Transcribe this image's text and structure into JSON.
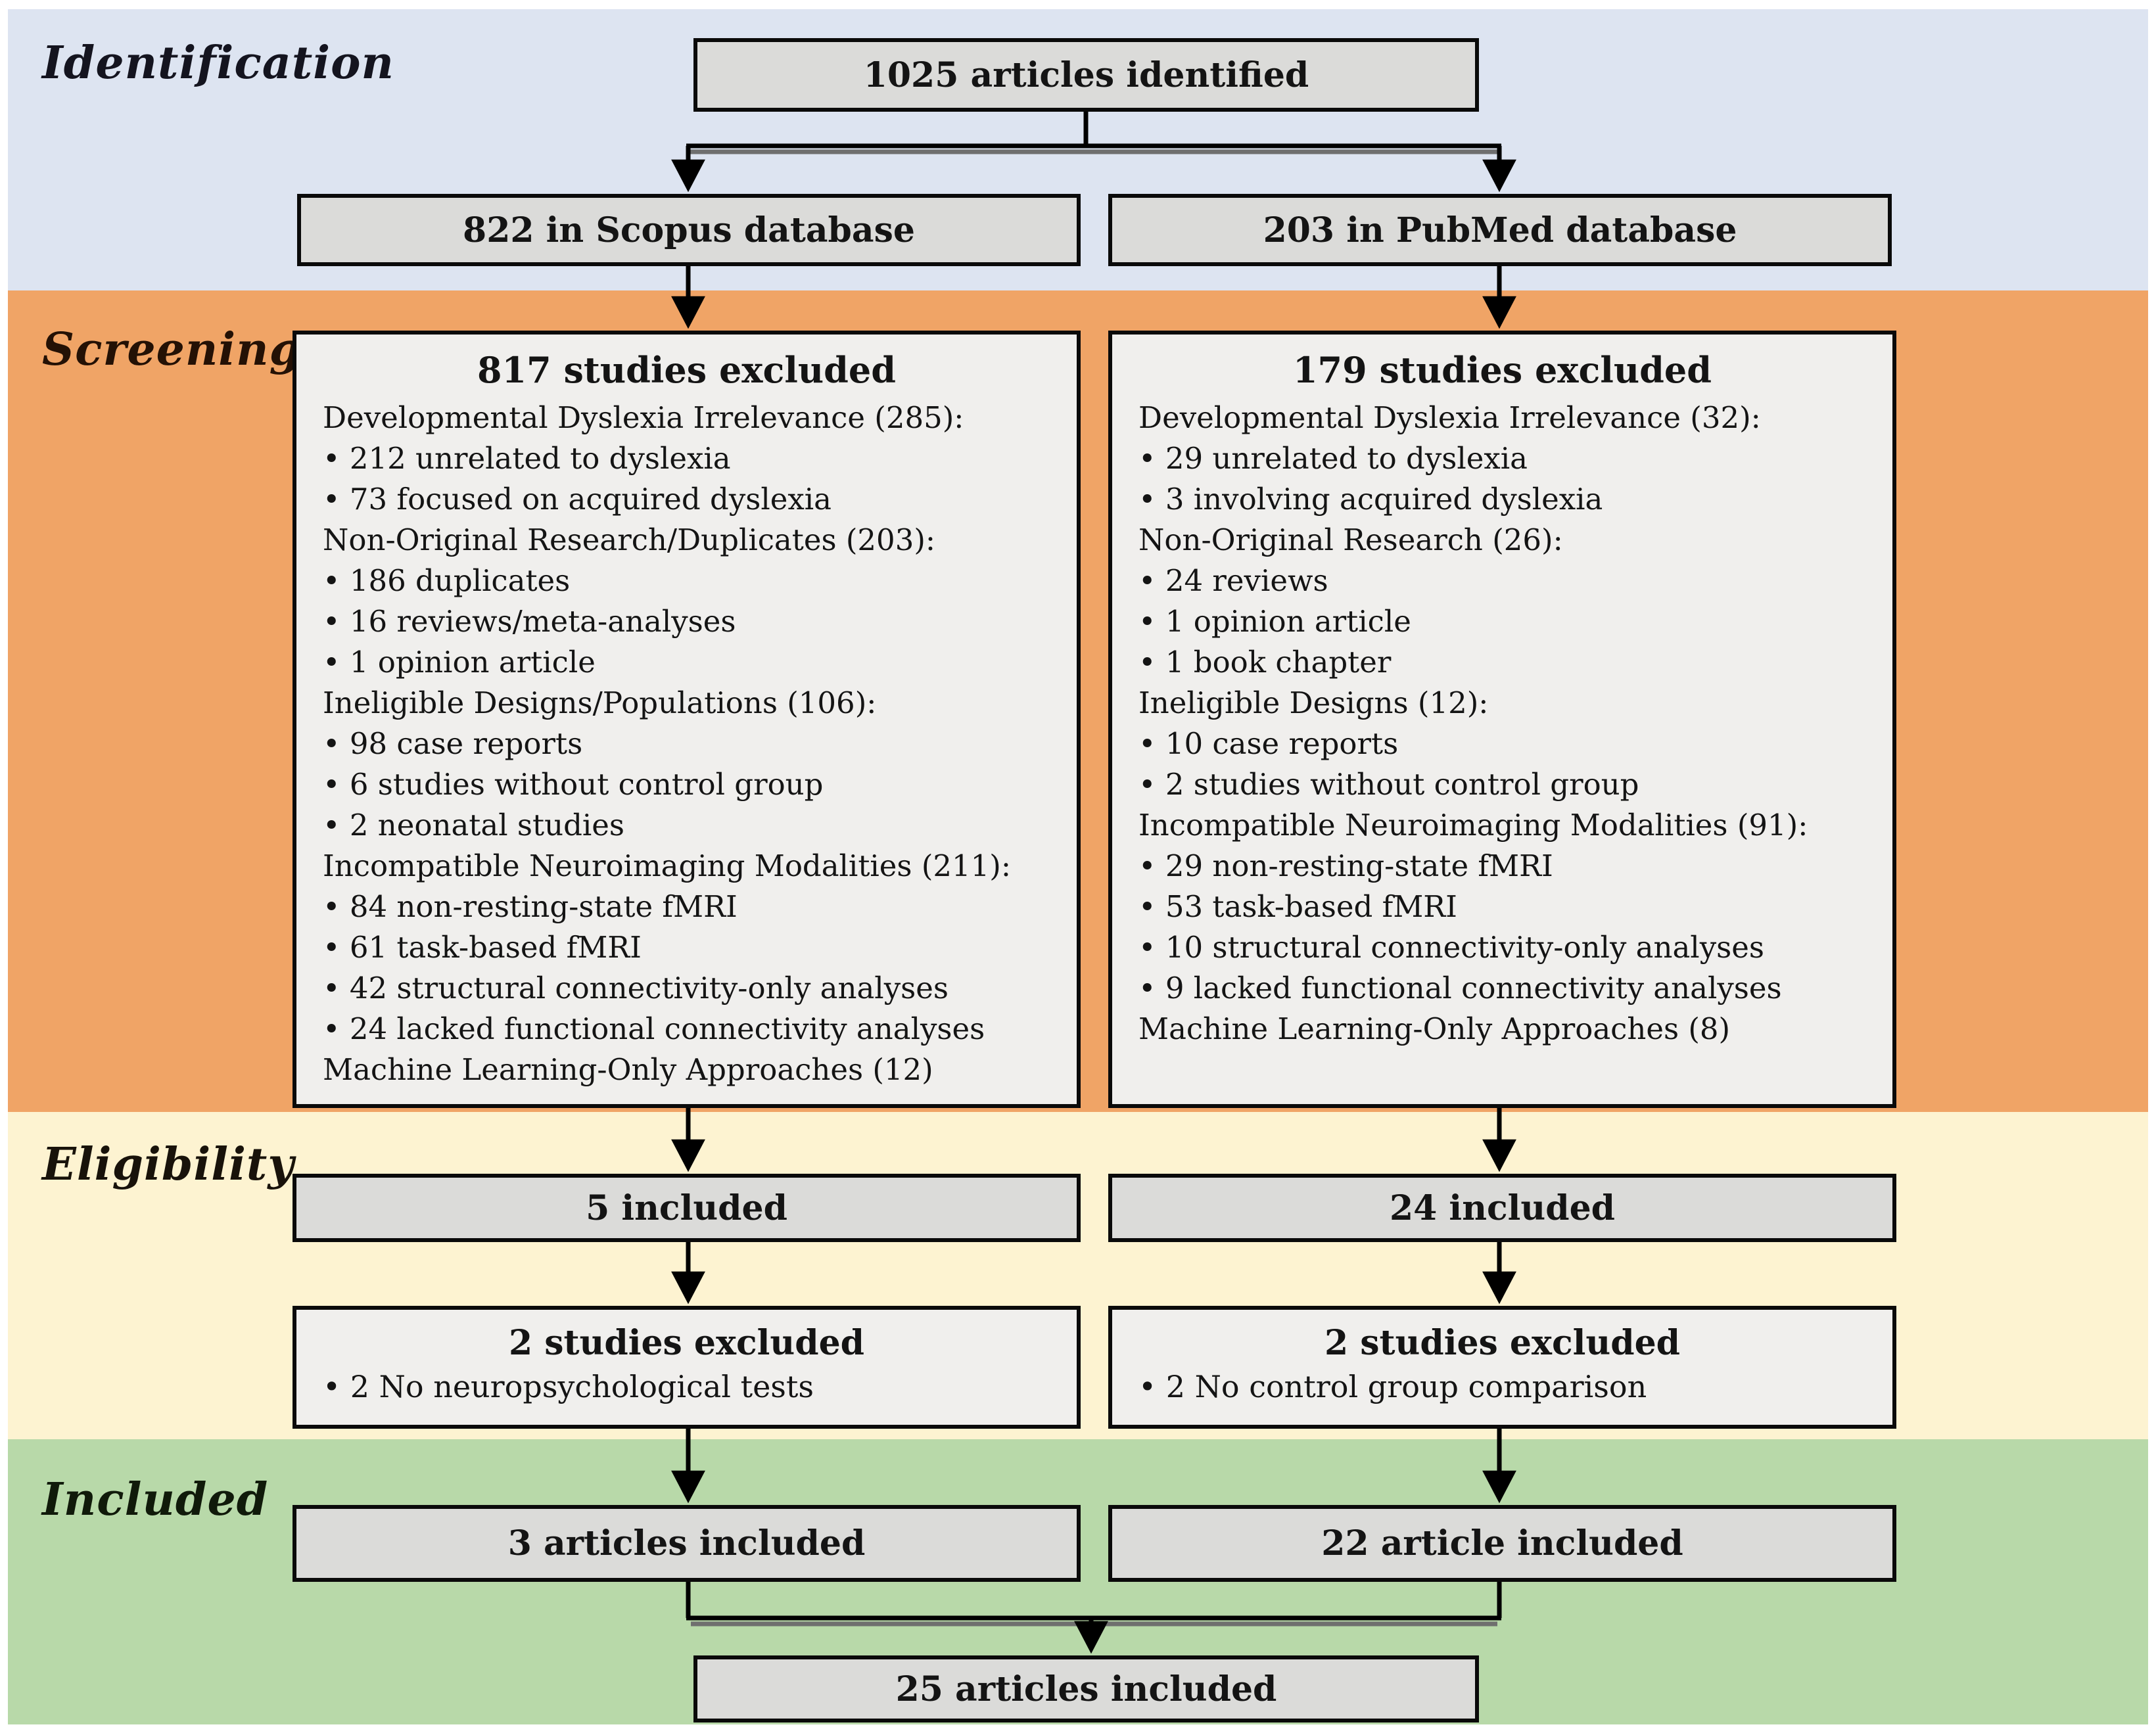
{
  "figure_type": "PRISMA article selection flow diagram",
  "stages": {
    "identification": "Identification",
    "screening": "Screening",
    "eligibility": "Eligibility",
    "included": "Included"
  },
  "colors": {
    "identification_bg": "#dde4f1",
    "screening_bg": "#f0a466",
    "eligibility_bg": "#fdf3d1",
    "included_bg": "#b8d9a9",
    "box_gray": "#dbdbd9",
    "box_light": "#f0efed",
    "line_color": "#000000",
    "text_color": "#141414"
  },
  "identification": {
    "identified": "1025 articles identified",
    "scopus": "822 in Scopus database",
    "pubmed": "203 in PubMed database"
  },
  "screening": {
    "left": {
      "title": "817 studies excluded",
      "lines": [
        "Developmental Dyslexia Irrelevance (285):",
        "• 212 unrelated to dyslexia",
        "• 73 focused on acquired dyslexia",
        "Non-Original Research/Duplicates (203):",
        "• 186 duplicates",
        "• 16 reviews/meta-analyses",
        "• 1 opinion article",
        "Ineligible Designs/Populations (106):",
        "• 98 case reports",
        "• 6 studies without control group",
        "• 2 neonatal studies",
        "Incompatible Neuroimaging Modalities (211):",
        "• 84 non-resting-state fMRI",
        "• 61 task-based fMRI",
        "• 42 structural connectivity-only analyses",
        "• 24 lacked functional connectivity analyses",
        "Machine Learning-Only Approaches (12)"
      ]
    },
    "right": {
      "title": "179 studies excluded",
      "lines": [
        "Developmental Dyslexia Irrelevance (32):",
        "• 29 unrelated to dyslexia",
        "• 3 involving acquired dyslexia",
        "Non-Original Research (26):",
        "• 24 reviews",
        "• 1 opinion article",
        "• 1 book chapter",
        "Ineligible Designs (12):",
        "• 10 case reports",
        "• 2 studies without control group",
        "Incompatible Neuroimaging Modalities (91):",
        "• 29 non-resting-state fMRI",
        "• 53 task-based fMRI",
        "• 10 structural connectivity-only analyses",
        "• 9 lacked functional connectivity analyses",
        "Machine Learning-Only Approaches (8)"
      ]
    }
  },
  "eligibility": {
    "left_included": "5 included",
    "right_included": "24 included",
    "left_excluded": {
      "title": "2 studies excluded",
      "lines": [
        "• 2 No neuropsychological tests"
      ]
    },
    "right_excluded": {
      "title": "2 studies excluded",
      "lines": [
        "• 2 No control group comparison"
      ]
    }
  },
  "included": {
    "left": "3 articles included",
    "right": "22 article included",
    "final": "25 articles included"
  }
}
